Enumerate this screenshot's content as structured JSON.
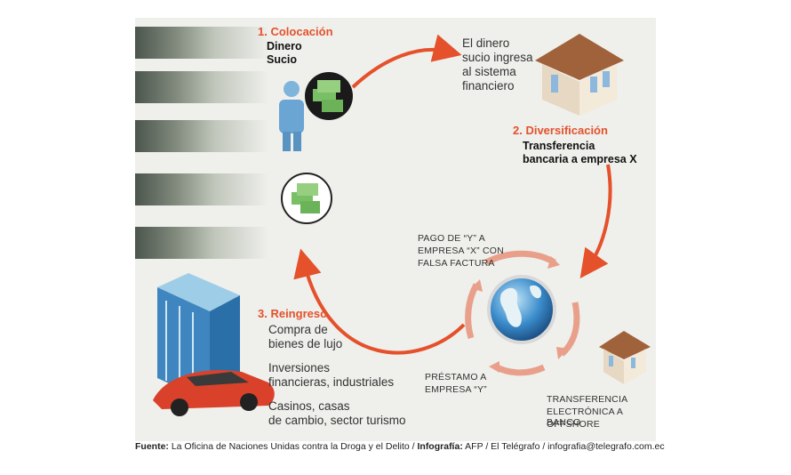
{
  "step1": {
    "title": "1. Colocación",
    "subtitle_l1": "Dinero",
    "subtitle_l2": "Sucio"
  },
  "bank_note": {
    "l1": "El dinero",
    "l2": "sucio ingresa",
    "l3": "al sistema",
    "l4": "financiero"
  },
  "step2": {
    "title": "2. Diversificación",
    "subtitle_l1": "Transferencia",
    "subtitle_l2": "bancaria a empresa X"
  },
  "pago": {
    "l1": "PAGO DE “Y” A",
    "l2": "EMPRESA “X” CON",
    "l3": "FALSA FACTURA"
  },
  "prestamo": {
    "l1": "PRÉSTAMO A",
    "l2": "EMPRESA “Y”"
  },
  "transferencia": {
    "l1": "TRANSFERENCIA",
    "l2": "ELECTRÓNICA A BANCO",
    "l3": "OFFSHORE"
  },
  "step3": {
    "title": "3. Reingreso",
    "item1_l1": "Compra de",
    "item1_l2": "bienes de lujo",
    "item2_l1": "Inversiones",
    "item2_l2": "financieras, industriales",
    "item3_l1": "Casinos, casas",
    "item3_l2": "de cambio, sector turismo"
  },
  "footer": {
    "fuente_label": "Fuente:",
    "fuente_text": " La Oficina de Naciones Unidas contra la Droga y el Delito / ",
    "infografia_label": "Infografía:",
    "infografia_text": " AFP /  El Telégrafo / infografia@telegrafo.com.ec"
  },
  "colors": {
    "accent": "#e4512b",
    "cycle_arrows": "#e8a08a"
  }
}
